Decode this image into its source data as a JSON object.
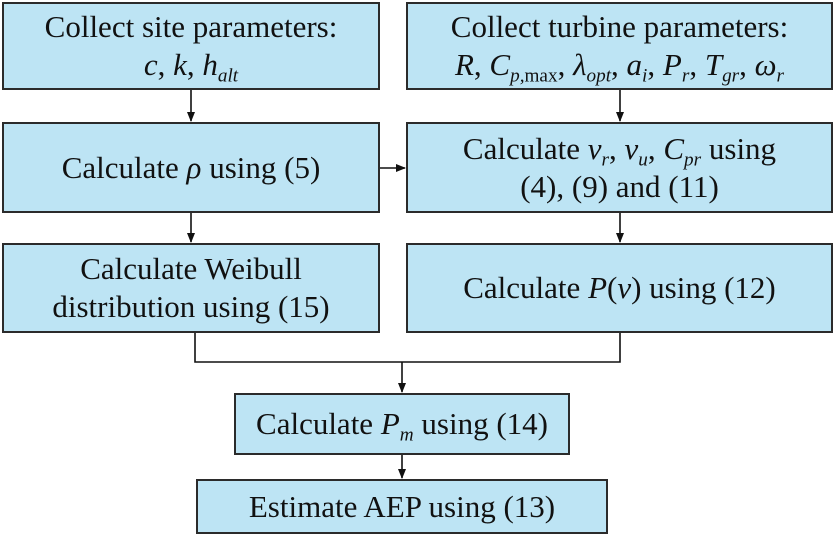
{
  "nodes": {
    "site": {
      "title": "Collect site parameters:",
      "c": "c",
      "sep1": ", ",
      "k": "k",
      "sep2": ", ",
      "h": "h",
      "h_sub": "alt"
    },
    "turbine": {
      "title": "Collect turbine parameters:",
      "R": "R",
      "s1": ", ",
      "Cp": "C",
      "Cp_sub": "p,",
      "Cp_sub2": "max",
      "s2": ", ",
      "lam": "λ",
      "lam_sub": "opt",
      "s3": ", ",
      "a": "a",
      "a_sub": "i",
      "s4": ", ",
      "P": "P",
      "P_sub": "r",
      "s5": ", ",
      "T": "T",
      "T_sub": "gr",
      "s6": ", ",
      "w": "ω",
      "w_sub": "r"
    },
    "rho": {
      "pre": "Calculate ",
      "sym": "ρ",
      "post": " using (5)"
    },
    "vr": {
      "pre": "Calculate ",
      "v1": "v",
      "v1_sub": "r",
      "s1": ", ",
      "v2": "v",
      "v2_sub": "u",
      "s2": ", ",
      "c": "C",
      "c_sub": "pr",
      "post": " using",
      "line2": "(4), (9) and (11)"
    },
    "weibull": {
      "line1": "Calculate Weibull",
      "line2": "distribution using (15)"
    },
    "pv": {
      "pre": "Calculate ",
      "sym": "P",
      "paren_open": "(",
      "v": "v",
      "paren_close": ")",
      "post": " using (12)"
    },
    "pm": {
      "pre": "Calculate ",
      "sym": "P",
      "sub": "m",
      "post": " using (14)"
    },
    "aep": {
      "text": "Estimate AEP using (13)"
    }
  },
  "colors": {
    "box_fill": "#bde4f4",
    "box_border": "#2b2b2b",
    "arrow": "#111111"
  }
}
